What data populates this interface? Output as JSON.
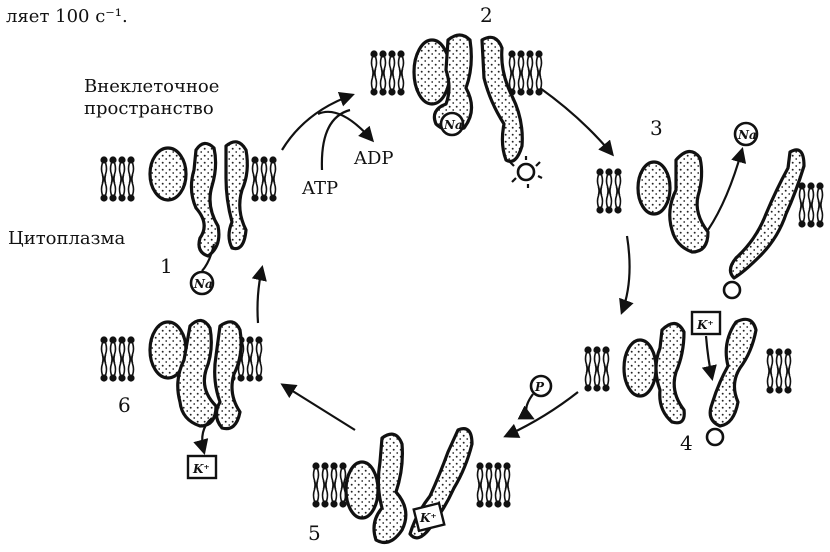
{
  "header_fragment": "ляет 100 с⁻¹.",
  "labels": {
    "extracellular": [
      "Внеклеточное",
      "пространство"
    ],
    "cytoplasm": "Цитоплазма",
    "atp": "ATP",
    "adp": "ADP"
  },
  "stages": [
    "1",
    "2",
    "3",
    "4",
    "5",
    "6"
  ],
  "ions": {
    "na": "Na",
    "k": "K⁺",
    "p": "P"
  },
  "colors": {
    "ink": "#111111",
    "paper": "#ffffff"
  }
}
